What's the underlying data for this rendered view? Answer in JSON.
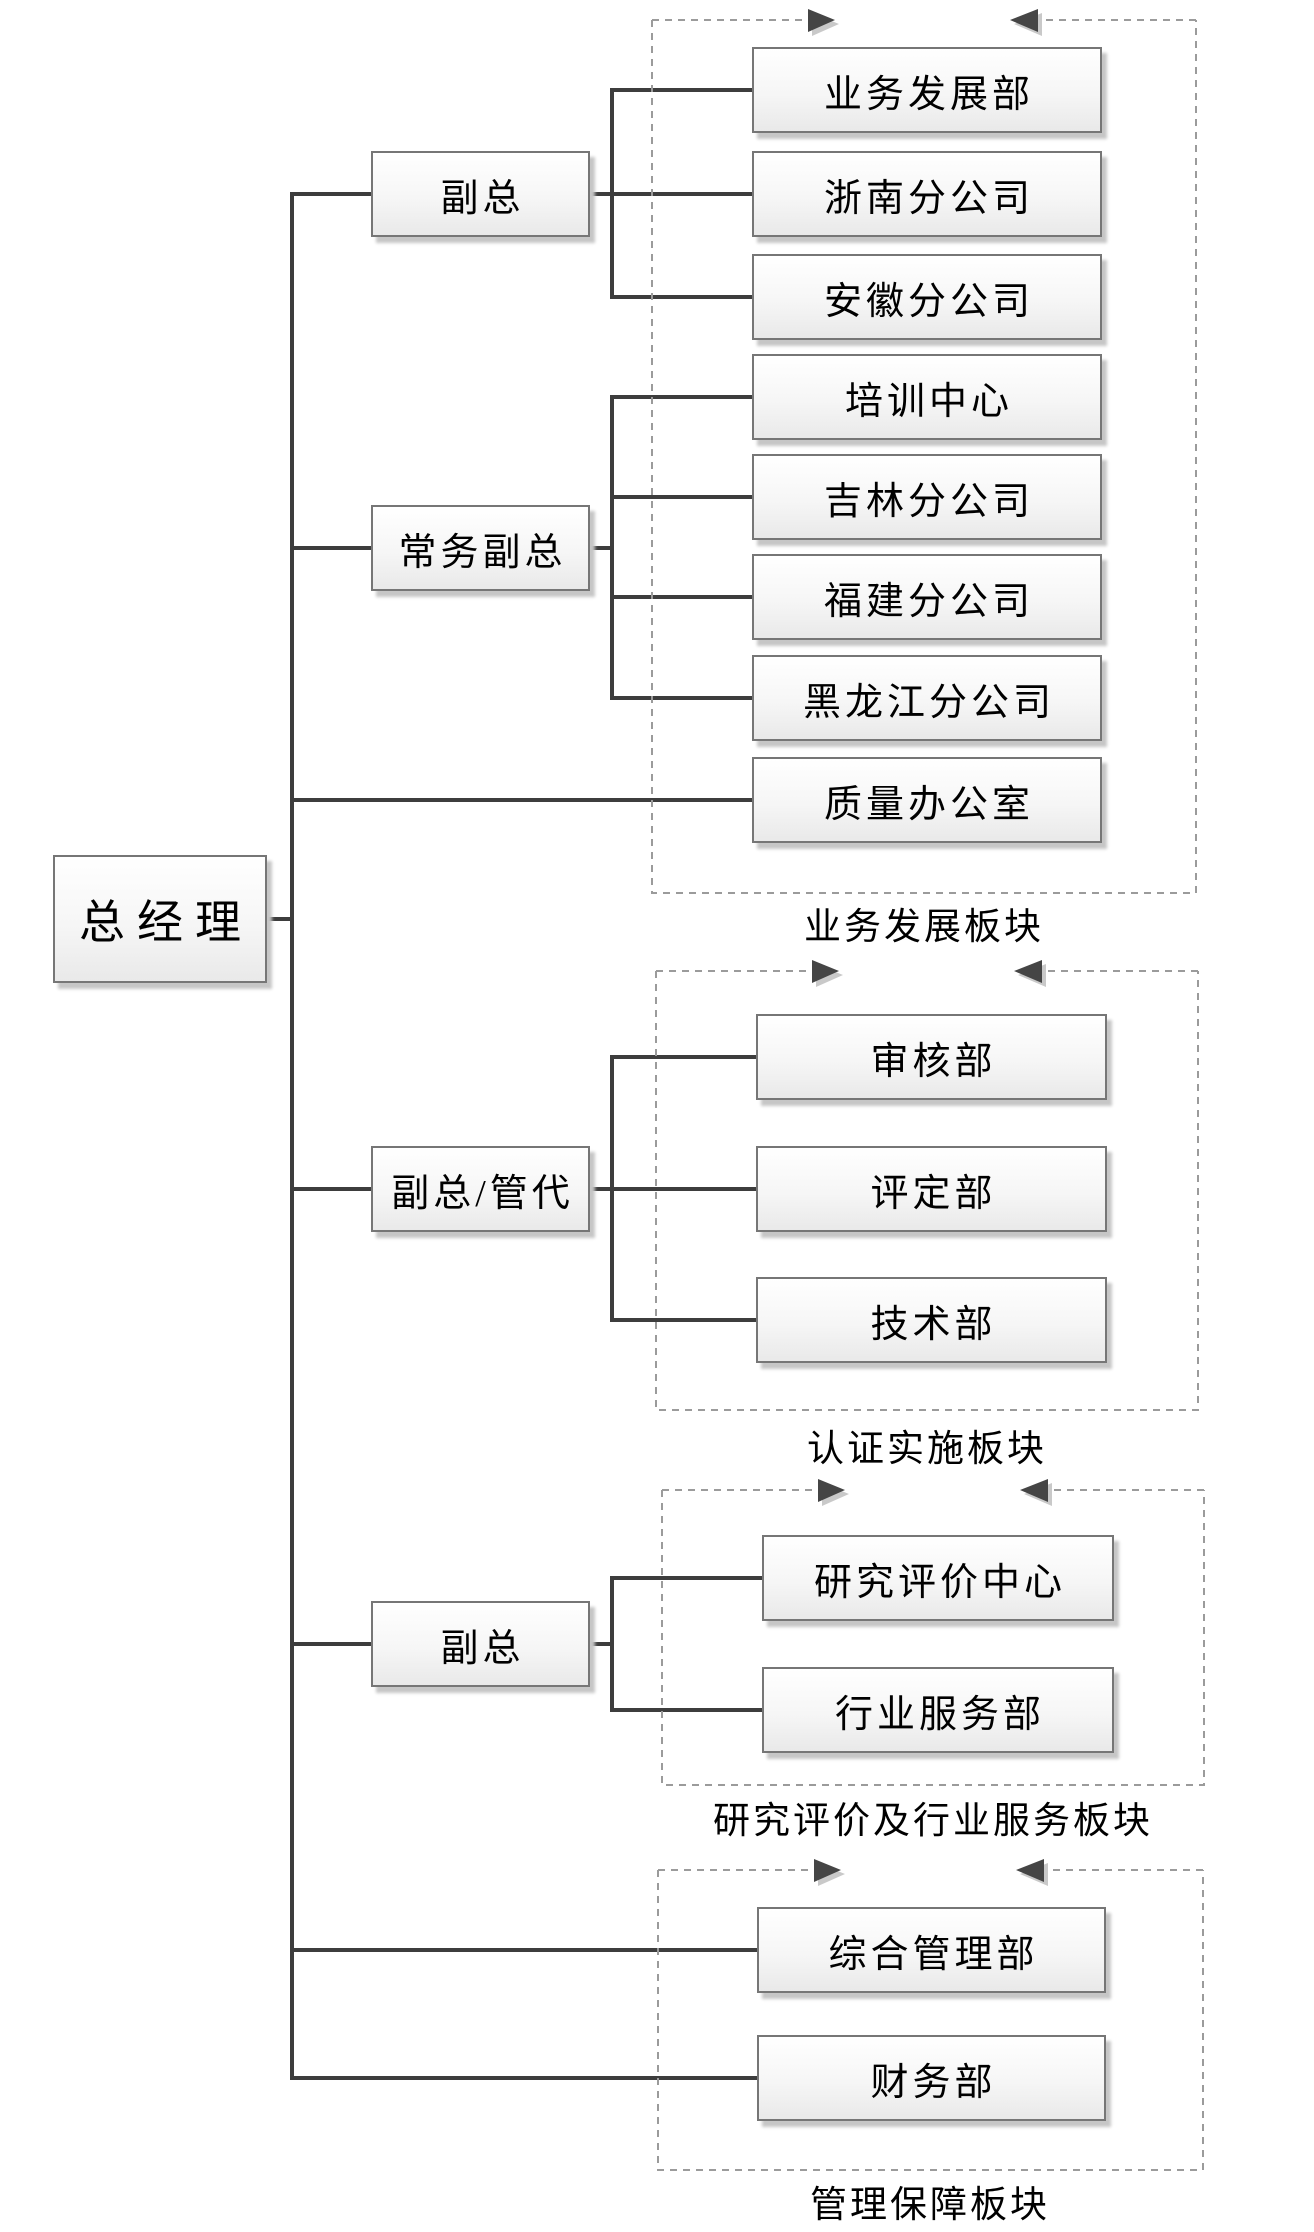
{
  "chart": {
    "type": "org-chart",
    "root": {
      "label": "总经理"
    },
    "managers": [
      {
        "label": "副总"
      },
      {
        "label": "常务副总"
      },
      {
        "label": "副总/管代"
      },
      {
        "label": "副总"
      }
    ],
    "groups": [
      {
        "label": "业务发展板块",
        "departments": [
          "业务发展部",
          "浙南分公司",
          "安徽分公司",
          "培训中心",
          "吉林分公司",
          "福建分公司",
          "黑龙江分公司",
          "质量办公室"
        ]
      },
      {
        "label": "认证实施板块",
        "departments": [
          "审核部",
          "评定部",
          "技术部"
        ]
      },
      {
        "label": "研究评价及行业服务板块",
        "departments": [
          "研究评价中心",
          "行业服务部"
        ]
      },
      {
        "label": "管理保障板块",
        "departments": [
          "综合管理部",
          "财务部"
        ]
      }
    ],
    "icons": {
      "arrow_right": "flow-arrow-right-icon",
      "arrow_left": "flow-arrow-left-icon"
    },
    "colors": {
      "connector": "#3d3d3d",
      "dashed_border": "#9b9b9b",
      "box_border": "#767676",
      "box_shadow": "#c6c6c6",
      "arrow_fill": "#454545",
      "arrow_shadow": "#c9c9c9",
      "text": "#000000"
    }
  }
}
